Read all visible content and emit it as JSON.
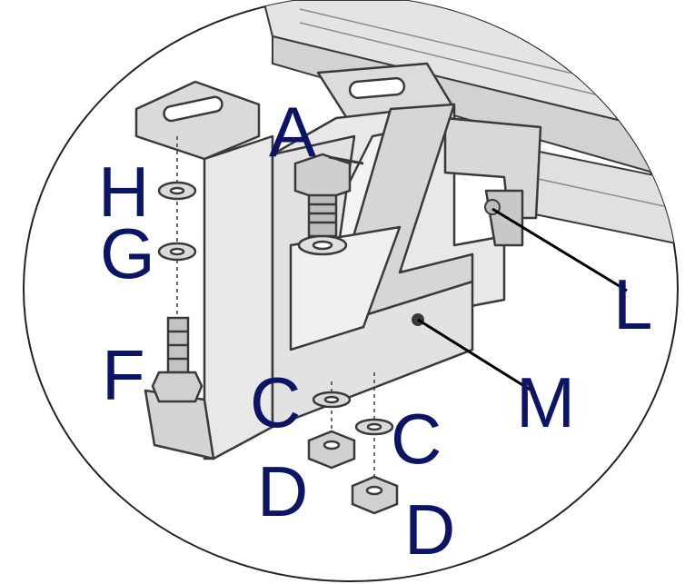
{
  "colors": {
    "label": "#0c1466",
    "outline": "#3a3a3a",
    "metal_light": "#e6e6e6",
    "metal_mid": "#cfcfcf",
    "metal_dark": "#a8a8a8",
    "leader": "#000000"
  },
  "labels": {
    "a": "A",
    "h": "H",
    "g": "G",
    "f": "F",
    "c_left": "C",
    "c_right": "C",
    "d_left": "D",
    "d_right": "D",
    "l": "L",
    "m": "M"
  }
}
